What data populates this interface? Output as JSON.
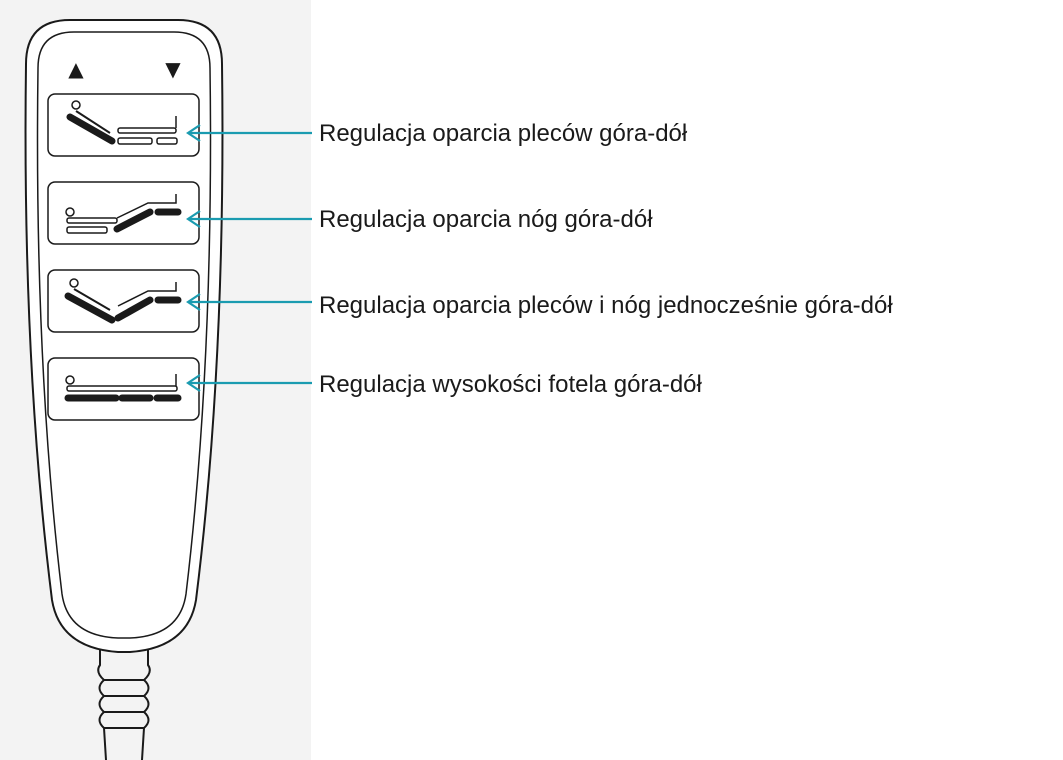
{
  "remote": {
    "up_symbol": "▲",
    "down_symbol": "▼",
    "arrow_color": "#1a9bb0"
  },
  "buttons": [
    {
      "icon": "backrest-adjust-icon",
      "label": "Regulacja oparcia pleców góra-dół"
    },
    {
      "icon": "legrest-adjust-icon",
      "label": "Regulacja oparcia nóg góra-dół"
    },
    {
      "icon": "back-and-leg-adjust-icon",
      "label": "Regulacja oparcia pleców i nóg jednocześnie góra-dół"
    },
    {
      "icon": "height-adjust-icon",
      "label": "Regulacja wysokości fotela góra-dół"
    }
  ]
}
